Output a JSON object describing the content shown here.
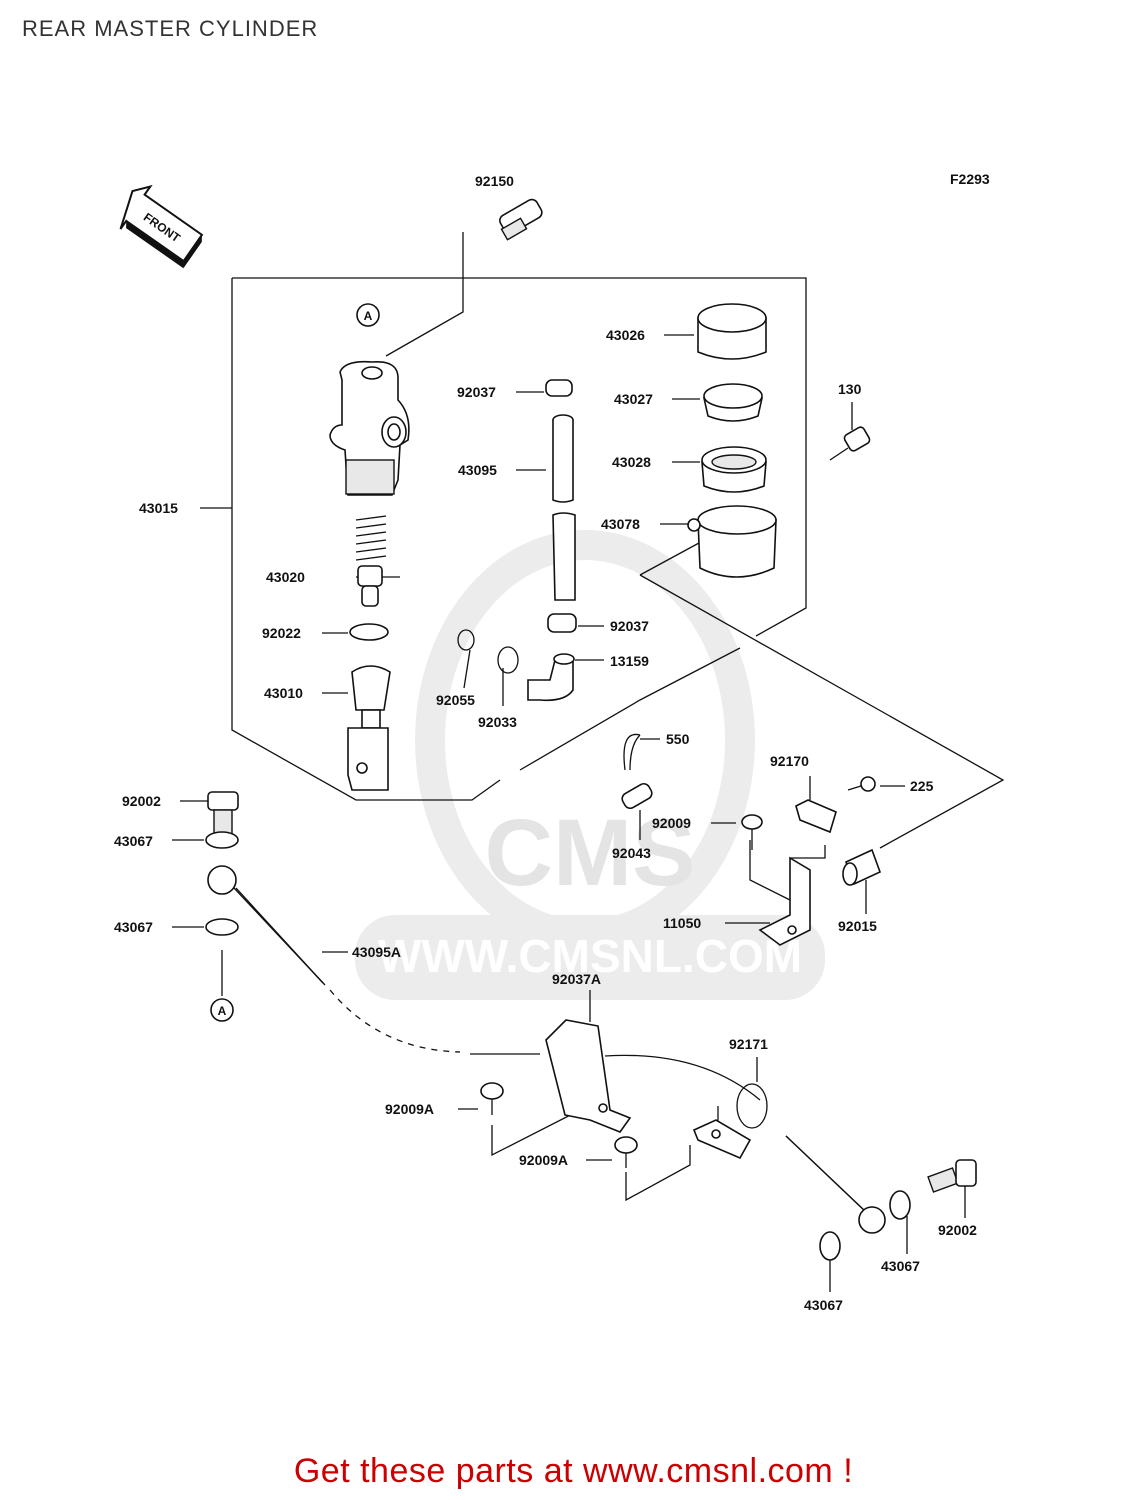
{
  "title": "REAR MASTER CYLINDER",
  "figure_code": "F2293",
  "front_arrow_label": "FRONT",
  "ref_marker": "A",
  "watermark": {
    "logo": "CMS",
    "url": "WWW.CMSNL.COM"
  },
  "parts": {
    "p92150": "92150",
    "p43015": "43015",
    "p43020": "43020",
    "p92022": "92022",
    "p43010": "43010",
    "p92037_top": "92037",
    "p43095": "43095",
    "p92037_mid": "92037",
    "p13159": "13159",
    "p92055": "92055",
    "p92033": "92033",
    "p43026": "43026",
    "p43027": "43027",
    "p43028": "43028",
    "p43078": "43078",
    "p130": "130",
    "p550": "550",
    "p92170": "92170",
    "p225": "225",
    "p92009": "92009",
    "p92043": "92043",
    "p11050": "11050",
    "p92015": "92015",
    "p92002_left": "92002",
    "p43067_a": "43067",
    "p43067_b": "43067",
    "p43095A": "43095A",
    "p92037A": "92037A",
    "p92171": "92171",
    "p92009A_a": "92009A",
    "p92009A_b": "92009A",
    "p43067_c": "43067",
    "p43067_d": "43067",
    "p92002_right": "92002"
  },
  "footer": "Get these parts at www.cmsnl.com !"
}
